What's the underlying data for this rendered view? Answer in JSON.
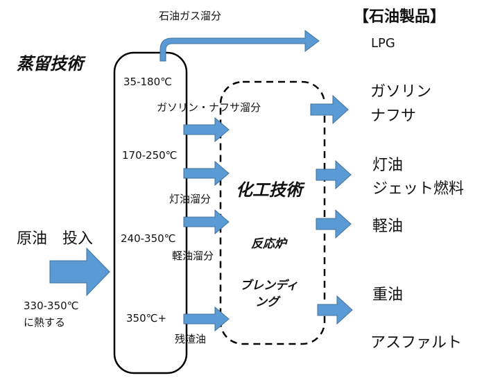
{
  "header": {
    "products_title": "【石油製品】",
    "gas_fraction": "石油ガス溜分",
    "lpg": "LPG"
  },
  "process": {
    "distillation": "蒸留技術",
    "chemical": "化工技術",
    "reactor": "反応炉",
    "blending_1": "ブレンディ",
    "blending_2": "ング"
  },
  "input": {
    "crude": "原油　投入",
    "heat_1": "330-350℃",
    "heat_2": "に熱する"
  },
  "fractions": [
    {
      "temp": "35-180℃",
      "name": "ガソリン・ナフサ溜分"
    },
    {
      "temp": "170-250℃",
      "name": "灯油溜分"
    },
    {
      "temp": "240-350℃",
      "name": "軽油溜分"
    },
    {
      "temp": "350℃+",
      "name": "残渣油"
    }
  ],
  "products": [
    "ガソリン",
    "ナフサ",
    "灯油",
    "ジェット燃料",
    "軽油",
    "重油",
    "アスファルト"
  ],
  "colors": {
    "arrow_fill": "#5B9BD5",
    "arrow_stroke": "#41719C",
    "line": "#000000",
    "text": "#111111"
  }
}
